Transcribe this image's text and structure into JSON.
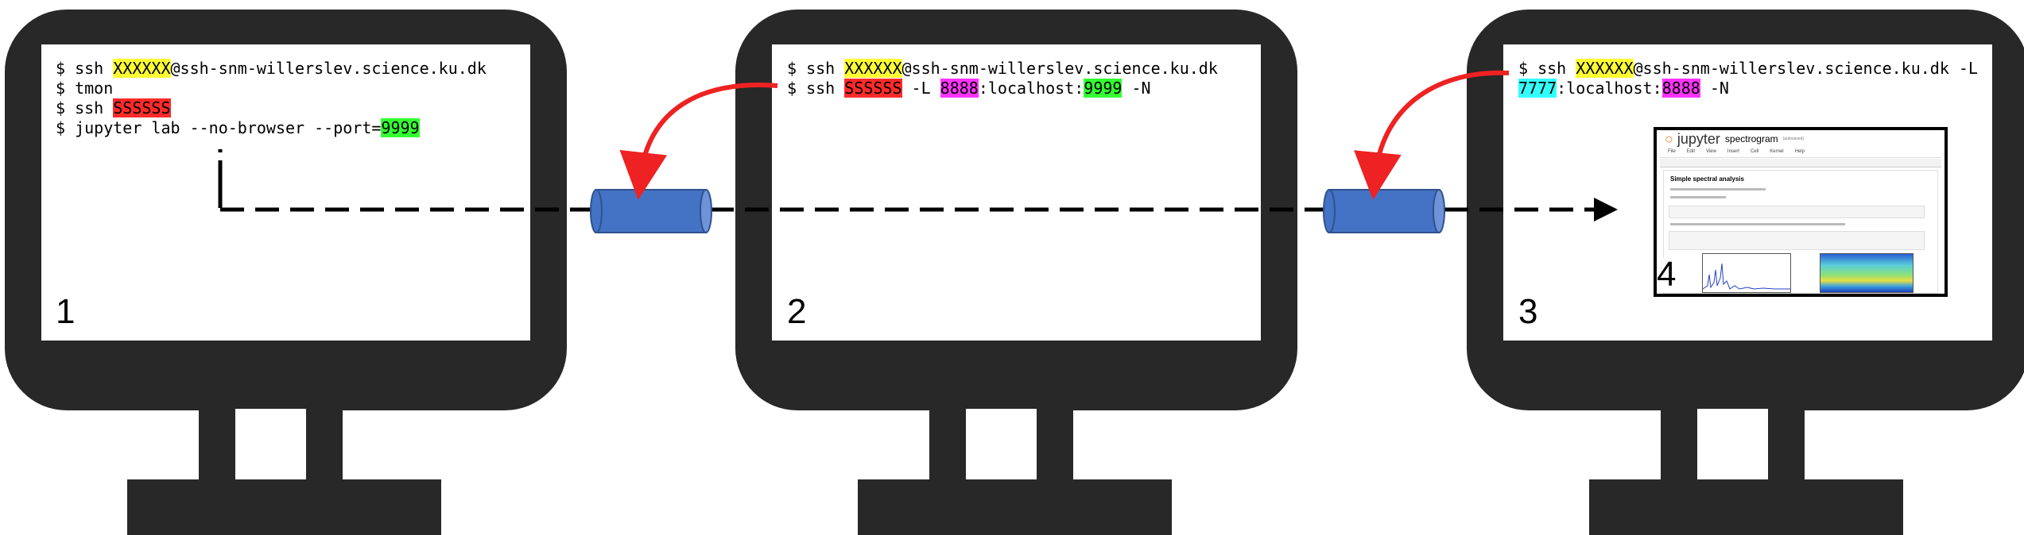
{
  "colors": {
    "monitor": "#282828",
    "arrow_red": "#ee2222",
    "tube_fill": "#4472c4",
    "tube_stroke": "#2f528f",
    "highlight_yellow": "#ffff33",
    "highlight_red": "#ff2a2a",
    "highlight_green": "#33ff33",
    "highlight_magenta": "#ff33ff",
    "highlight_cyan": "#33ffff"
  },
  "monitor1": {
    "number": "1",
    "lines": [
      [
        {
          "t": "$ ssh "
        },
        {
          "t": "XXXXXX",
          "hl": "yellow"
        },
        {
          "t": "@ssh-snm-willerslev.science.ku.dk"
        }
      ],
      [
        {
          "t": "$ tmon"
        }
      ],
      [
        {
          "t": "$ ssh "
        },
        {
          "t": "SSSSSS",
          "hl": "red"
        }
      ],
      [
        {
          "t": "$ jupyter lab --no-browser --port="
        },
        {
          "t": "9999",
          "hl": "green"
        }
      ]
    ]
  },
  "monitor2": {
    "number": "2",
    "lines": [
      [
        {
          "t": "$ ssh "
        },
        {
          "t": "XXXXXX",
          "hl": "yellow"
        },
        {
          "t": "@ssh-snm-willerslev.science.ku.dk"
        }
      ],
      [
        {
          "t": "$ ssh "
        },
        {
          "t": "SSSSSS",
          "hl": "red"
        },
        {
          "t": " -L "
        },
        {
          "t": "8888",
          "hl": "magenta"
        },
        {
          "t": ":localhost:"
        },
        {
          "t": "9999",
          "hl": "green"
        },
        {
          "t": " -N"
        }
      ]
    ]
  },
  "monitor3": {
    "number": "3",
    "lines": [
      [
        {
          "t": "$ ssh "
        },
        {
          "t": "XXXXXX",
          "hl": "yellow"
        },
        {
          "t": "@ssh-snm-willerslev.science.ku.dk -L"
        }
      ],
      [
        {
          "t": "7777",
          "hl": "cyan"
        },
        {
          "t": ":localhost:"
        },
        {
          "t": "8888",
          "hl": "magenta"
        },
        {
          "t": " -N"
        }
      ]
    ]
  },
  "jupyter_preview": {
    "number": "4",
    "logo": "jupyter",
    "notebook_name": "spectrogram",
    "saved_status": "(autosaved)",
    "menu": [
      "File",
      "Edit",
      "View",
      "Insert",
      "Cell",
      "Kernel",
      "Help"
    ],
    "heading": "Simple spectral analysis"
  }
}
